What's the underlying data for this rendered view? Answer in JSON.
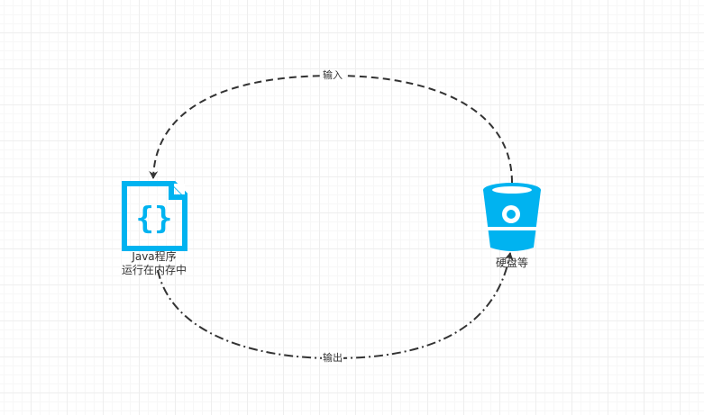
{
  "nodes": {
    "java_program": {
      "line1": "Java程序",
      "line2": "运行在内存中",
      "icon": "code-file-icon"
    },
    "disk": {
      "label": "硬盘等",
      "icon": "bucket-disk-icon"
    }
  },
  "edges": {
    "input": {
      "label": "输入"
    },
    "output": {
      "label": "输出"
    }
  },
  "colors": {
    "icon": "#00b3f0",
    "line": "#333333",
    "grid": "#eeeeee"
  }
}
